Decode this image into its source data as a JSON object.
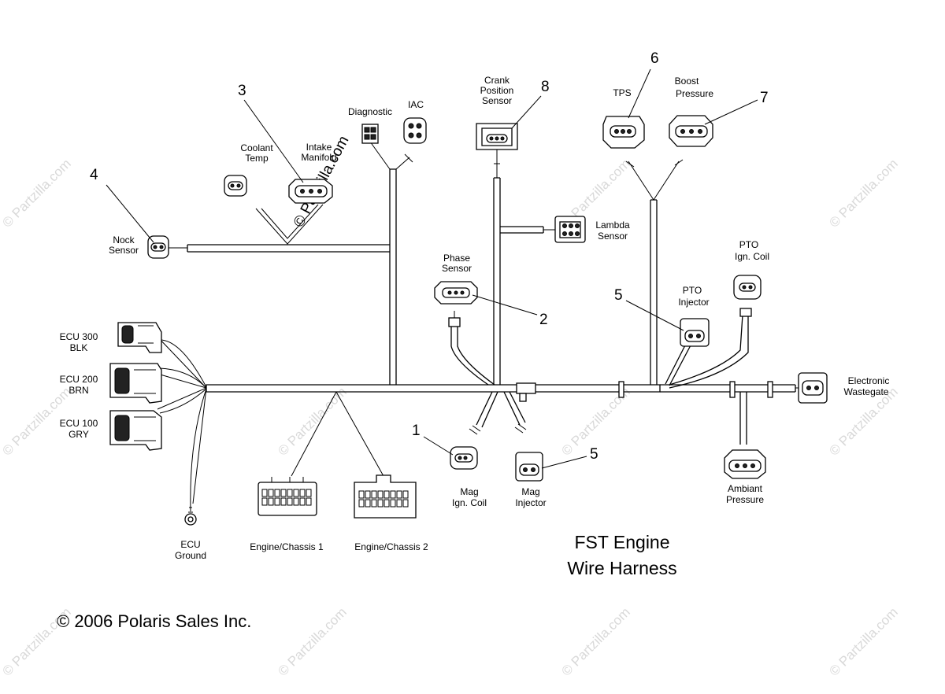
{
  "watermark": "© Partzilla.com",
  "title": {
    "line1": "FST Engine",
    "line2": "Wire Harness"
  },
  "copyright": "© 2006 Polaris Sales Inc.",
  "callouts": {
    "n1": "1",
    "n2": "2",
    "n3": "3",
    "n4": "4",
    "n5a": "5",
    "n5b": "5",
    "n6": "6",
    "n7": "7",
    "n8": "8"
  },
  "labels": {
    "diagnostic": "Diagnostic",
    "iac": "IAC",
    "crank_1": "Crank",
    "crank_2": "Position",
    "crank_3": "Sensor",
    "tps": "TPS",
    "boost_1": "Boost",
    "boost_2": "Pressure",
    "coolant_1": "Coolant",
    "coolant_2": "Temp",
    "intake_1": "Intake",
    "intake_2": "Manifold",
    "nock_1": "Nock",
    "nock_2": "Sensor",
    "lambda_1": "Lambda",
    "lambda_2": "Sensor",
    "phase_1": "Phase",
    "phase_2": "Sensor",
    "pto_coil_1": "PTO",
    "pto_coil_2": "Ign. Coil",
    "pto_inj_1": "PTO",
    "pto_inj_2": "Injector",
    "ecu300_1": "ECU 300",
    "ecu300_2": "BLK",
    "ecu200_1": "ECU 200",
    "ecu200_2": "BRN",
    "ecu100_1": "ECU 100",
    "ecu100_2": "GRY",
    "wastegate_1": "Electronic",
    "wastegate_2": "Wastegate",
    "mag_coil_1": "Mag",
    "mag_coil_2": "Ign. Coil",
    "mag_inj_1": "Mag",
    "mag_inj_2": "Injector",
    "ambient_1": "Ambiant",
    "ambient_2": "Pressure",
    "ecu_ground_1": "ECU",
    "ecu_ground_2": "Ground",
    "chassis1": "Engine/Chassis 1",
    "chassis2": "Engine/Chassis 2"
  }
}
